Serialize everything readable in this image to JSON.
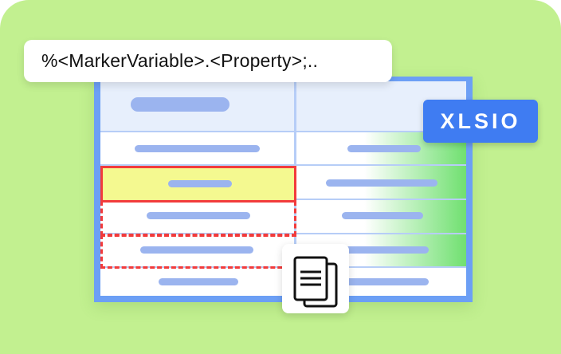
{
  "tooltip": {
    "text": "%<MarkerVariable>.<Property>;.."
  },
  "badge": {
    "label": "XLSIO"
  },
  "icons": {
    "document": "copy-document-icon"
  },
  "colors": {
    "background": "#c2f090",
    "sheet_border": "#6c9ff5",
    "header_fill": "#e7effc",
    "placeholder_bar": "#9bb4ef",
    "highlight_fill": "#f4f990",
    "highlight_border": "#f23b3b",
    "badge": "#3f7cf2",
    "gradient_green": "#70e070"
  },
  "sheet": {
    "rows": 6,
    "columns": 2,
    "highlighted_row": 2,
    "dashed_rows": [
      3,
      4
    ]
  }
}
